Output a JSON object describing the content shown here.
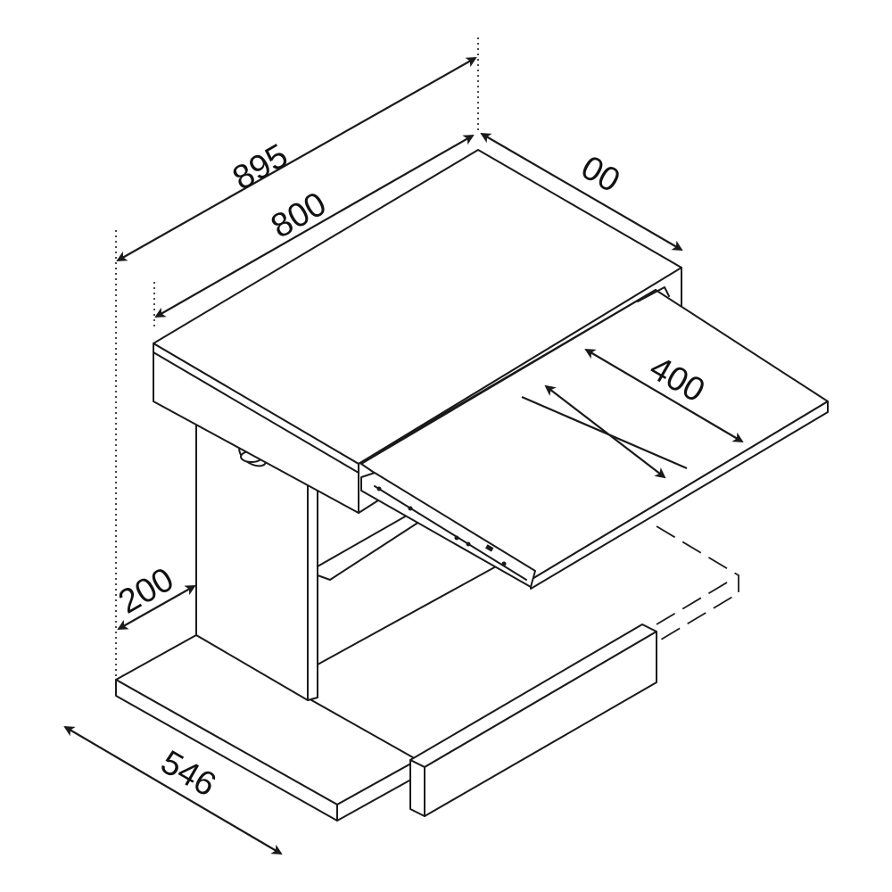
{
  "dimensions": {
    "total_width": "895",
    "top_width": "800",
    "top_depth": "00",
    "tray_travel": "400",
    "base_offset": "200",
    "base_depth": "546"
  },
  "colors": {
    "line": "#1a1a1a",
    "background": "#ffffff"
  }
}
